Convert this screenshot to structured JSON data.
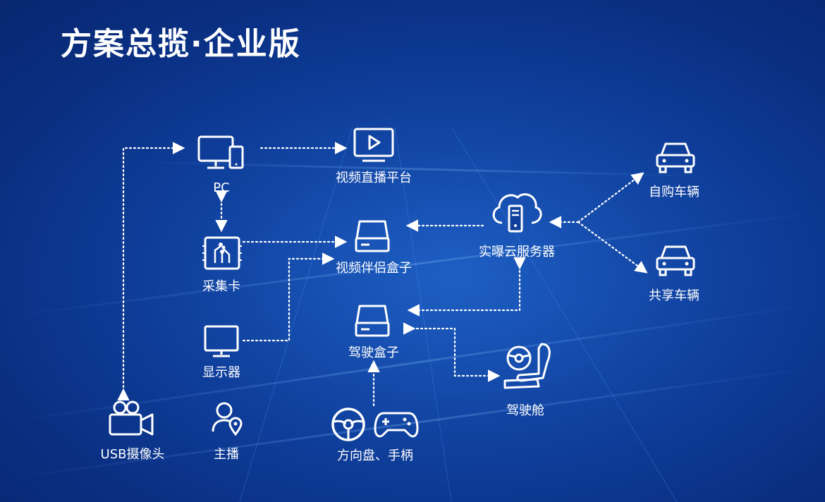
{
  "title": "方案总揽·企业版",
  "nodes": {
    "pc": "PC",
    "video_platform": "视频直播平台",
    "capture_card": "采集卡",
    "companion_box": "视频伴侣盒子",
    "cloud_server": "实曝云服务器",
    "own_vehicle": "自购车辆",
    "shared_vehicle": "共享车辆",
    "monitor": "显示器",
    "driving_box": "驾驶盒子",
    "cockpit": "驾驶舱",
    "usb_camera": "USB摄像头",
    "streamer": "主播",
    "wheel_gamepad": "方向盘、手柄"
  },
  "colors": {
    "bg_dark": "#082770",
    "bg_light": "#1e5fc4",
    "line": "#ffffff"
  }
}
